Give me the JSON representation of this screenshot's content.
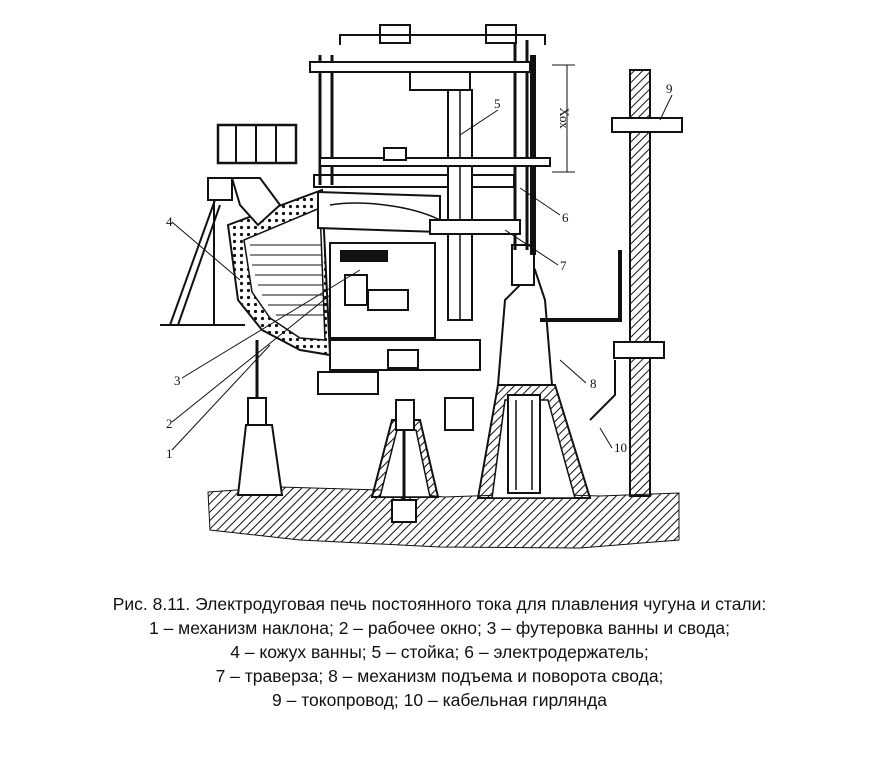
{
  "figure": {
    "callouts": [
      "1",
      "2",
      "3",
      "4",
      "5",
      "6",
      "7",
      "8",
      "9",
      "10"
    ],
    "dimension_label": "Хох",
    "caption": {
      "line1": "Рис. 8.11. Электродуговая печь постоянного тока для плавления чугуна и стали:",
      "line2": "1 – механизм наклона; 2 – рабочее окно; 3 – футеровка ванны и свода;",
      "line3": "4 – кожух ванны; 5 – стойка; 6 – электродержатель;",
      "line4": "7 – траверза; 8 – механизм подъема и поворота свода;",
      "line5": "9 – токопровод; 10 – кабельная гирлянда"
    }
  }
}
